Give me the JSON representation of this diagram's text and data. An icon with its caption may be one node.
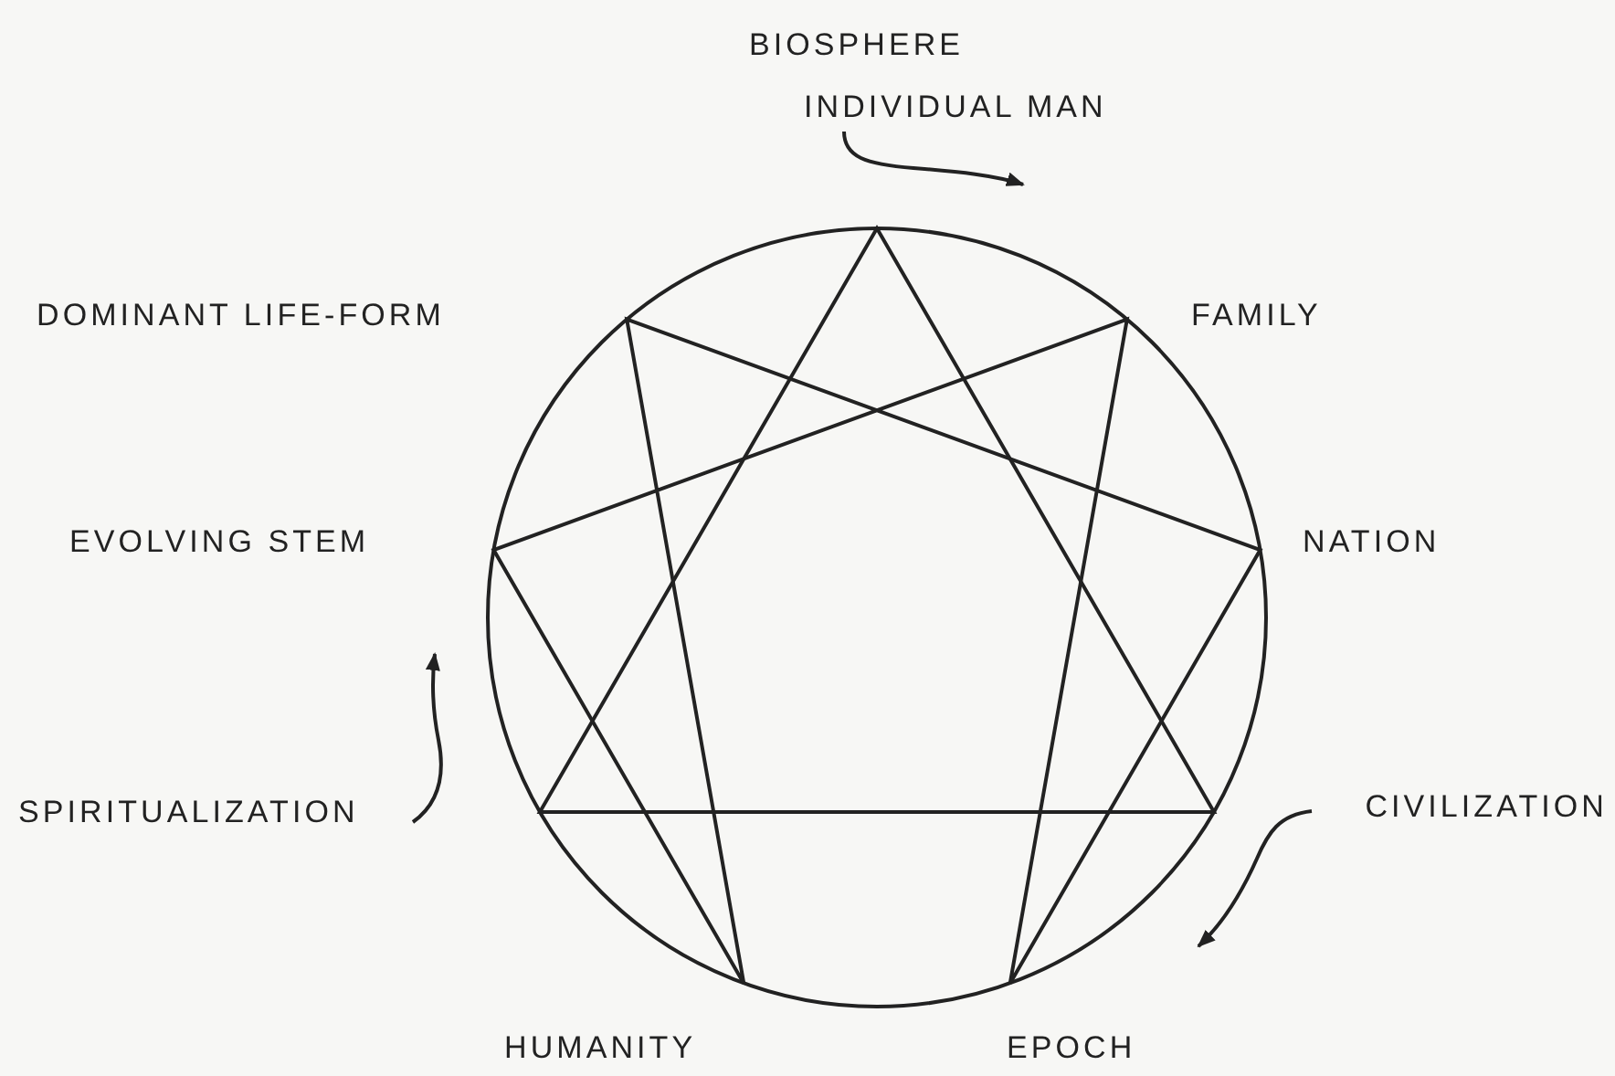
{
  "diagram": {
    "labels": [
      "BIOSPHERE",
      "INDIVIDUAL MAN",
      "DOMINANT LIFE-FORM",
      "FAMILY",
      "EVOLVING STEM",
      "NATION",
      "SPIRITUALIZATION",
      "CIVILIZATION",
      "HUMANITY",
      "EPOCH"
    ]
  }
}
